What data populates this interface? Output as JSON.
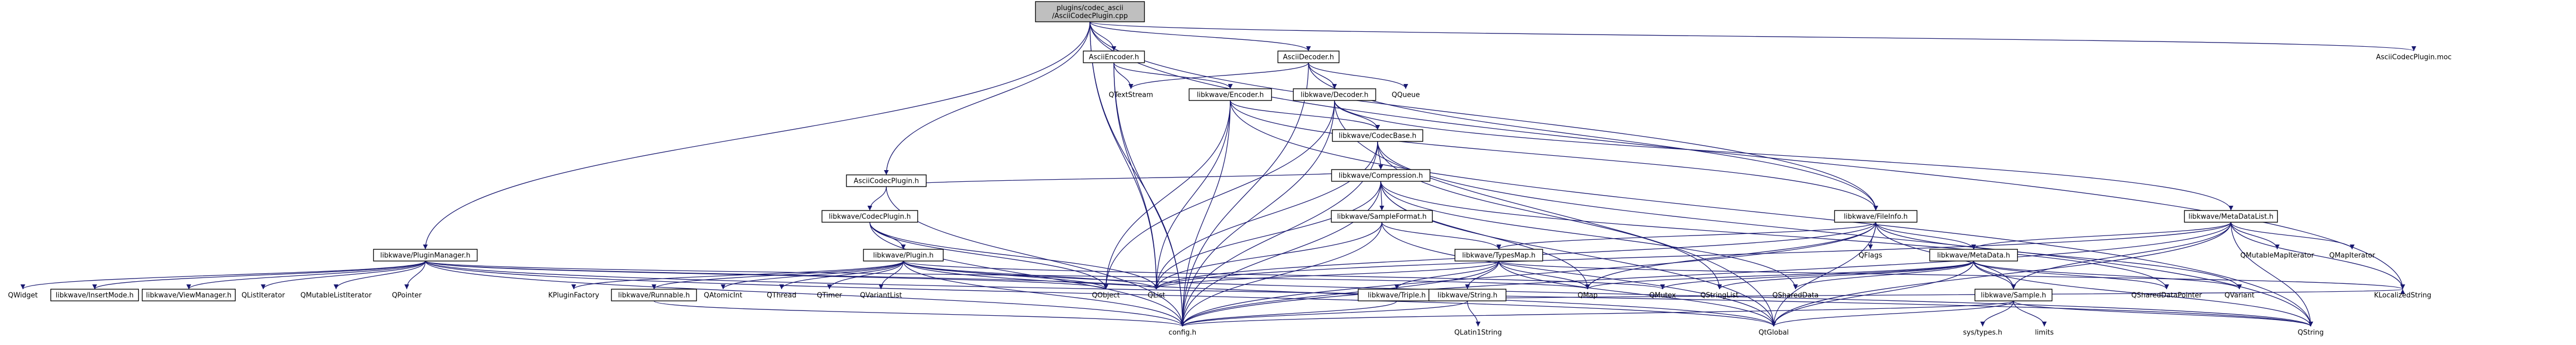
{
  "diagram": {
    "root": "plugins/codec_ascii/AsciiCodecPlugin.cpp",
    "style": {
      "edge_color": "#191970",
      "root_fill": "#bfbfbf",
      "node_fill": "#ffffff",
      "boxed_border": "#000000"
    },
    "nodes": [
      {
        "id": "root",
        "lines": [
          "plugins/codec_ascii",
          "/AsciiCodecPlugin.cpp"
        ],
        "boxed": true,
        "root": true
      },
      {
        "id": "asciiEncoder",
        "lines": [
          "AsciiEncoder.h"
        ],
        "boxed": true
      },
      {
        "id": "asciiDecoder",
        "lines": [
          "AsciiDecoder.h"
        ],
        "boxed": true
      },
      {
        "id": "mocFile",
        "lines": [
          "AsciiCodecPlugin.moc"
        ],
        "boxed": false
      },
      {
        "id": "qtextstream",
        "lines": [
          "QTextStream"
        ],
        "boxed": false
      },
      {
        "id": "qqueue",
        "lines": [
          "QQueue"
        ],
        "boxed": false
      },
      {
        "id": "encoder",
        "lines": [
          "libkwave/Encoder.h"
        ],
        "boxed": true
      },
      {
        "id": "decoder",
        "lines": [
          "libkwave/Decoder.h"
        ],
        "boxed": true
      },
      {
        "id": "asciiCodecPlugin",
        "lines": [
          "AsciiCodecPlugin.h"
        ],
        "boxed": true
      },
      {
        "id": "codecBase",
        "lines": [
          "libkwave/CodecBase.h"
        ],
        "boxed": true
      },
      {
        "id": "compression",
        "lines": [
          "libkwave/Compression.h"
        ],
        "boxed": true
      },
      {
        "id": "codecPlugin",
        "lines": [
          "libkwave/CodecPlugin.h"
        ],
        "boxed": true
      },
      {
        "id": "sampleFormat",
        "lines": [
          "libkwave/SampleFormat.h"
        ],
        "boxed": true
      },
      {
        "id": "fileInfo",
        "lines": [
          "libkwave/FileInfo.h"
        ],
        "boxed": true
      },
      {
        "id": "metaDataList",
        "lines": [
          "libkwave/MetaDataList.h"
        ],
        "boxed": true
      },
      {
        "id": "pluginManager",
        "lines": [
          "libkwave/PluginManager.h"
        ],
        "boxed": true
      },
      {
        "id": "plugin",
        "lines": [
          "libkwave/Plugin.h"
        ],
        "boxed": true
      },
      {
        "id": "typesMap",
        "lines": [
          "libkwave/TypesMap.h"
        ],
        "boxed": true
      },
      {
        "id": "metaData",
        "lines": [
          "libkwave/MetaData.h"
        ],
        "boxed": true
      },
      {
        "id": "qflags",
        "lines": [
          "QFlags"
        ],
        "boxed": false
      },
      {
        "id": "qmutableMapIterator",
        "lines": [
          "QMutableMapIterator"
        ],
        "boxed": false
      },
      {
        "id": "qmapIterator",
        "lines": [
          "QMapIterator"
        ],
        "boxed": false
      },
      {
        "id": "qwidget",
        "lines": [
          "QWidget"
        ],
        "boxed": false
      },
      {
        "id": "insertMode",
        "lines": [
          "libkwave/InsertMode.h"
        ],
        "boxed": true
      },
      {
        "id": "viewManager",
        "lines": [
          "libkwave/ViewManager.h"
        ],
        "boxed": true
      },
      {
        "id": "qlistIterator",
        "lines": [
          "QListIterator"
        ],
        "boxed": false
      },
      {
        "id": "qmutableListIterator",
        "lines": [
          "QMutableListIterator"
        ],
        "boxed": false
      },
      {
        "id": "qpointer",
        "lines": [
          "QPointer"
        ],
        "boxed": false
      },
      {
        "id": "kpluginFactory",
        "lines": [
          "KPluginFactory"
        ],
        "boxed": false
      },
      {
        "id": "runnable",
        "lines": [
          "libkwave/Runnable.h"
        ],
        "boxed": true
      },
      {
        "id": "qatomicint",
        "lines": [
          "QAtomicInt"
        ],
        "boxed": false
      },
      {
        "id": "qthread",
        "lines": [
          "QThread"
        ],
        "boxed": false
      },
      {
        "id": "qtimer",
        "lines": [
          "QTimer"
        ],
        "boxed": false
      },
      {
        "id": "qvariantList",
        "lines": [
          "QVariantList"
        ],
        "boxed": false
      },
      {
        "id": "qobject",
        "lines": [
          "QObject"
        ],
        "boxed": false
      },
      {
        "id": "qlist",
        "lines": [
          "QList"
        ],
        "boxed": false
      },
      {
        "id": "triple",
        "lines": [
          "libkwave/Triple.h"
        ],
        "boxed": true
      },
      {
        "id": "stringH",
        "lines": [
          "libkwave/String.h"
        ],
        "boxed": true
      },
      {
        "id": "qmap",
        "lines": [
          "QMap"
        ],
        "boxed": false
      },
      {
        "id": "qmutex",
        "lines": [
          "QMutex"
        ],
        "boxed": false
      },
      {
        "id": "qstringList",
        "lines": [
          "QStringList"
        ],
        "boxed": false
      },
      {
        "id": "qshareddata",
        "lines": [
          "QSharedData"
        ],
        "boxed": false
      },
      {
        "id": "sample",
        "lines": [
          "libkwave/Sample.h"
        ],
        "boxed": true
      },
      {
        "id": "qshareddataPointer",
        "lines": [
          "QSharedDataPointer"
        ],
        "boxed": false
      },
      {
        "id": "qvariant",
        "lines": [
          "QVariant"
        ],
        "boxed": false
      },
      {
        "id": "klocalizedString",
        "lines": [
          "KLocalizedString"
        ],
        "boxed": false
      },
      {
        "id": "config",
        "lines": [
          "config.h"
        ],
        "boxed": false
      },
      {
        "id": "qlatin1string",
        "lines": [
          "QLatin1String"
        ],
        "boxed": false
      },
      {
        "id": "qtglobal",
        "lines": [
          "QtGlobal"
        ],
        "boxed": false
      },
      {
        "id": "sysTypes",
        "lines": [
          "sys/types.h"
        ],
        "boxed": false
      },
      {
        "id": "limits",
        "lines": [
          "limits"
        ],
        "boxed": false
      },
      {
        "id": "qstring",
        "lines": [
          "QString"
        ],
        "boxed": false
      }
    ],
    "edges": [
      [
        "root",
        "asciiEncoder"
      ],
      [
        "root",
        "asciiDecoder"
      ],
      [
        "root",
        "mocFile"
      ],
      [
        "root",
        "asciiCodecPlugin"
      ],
      [
        "root",
        "pluginManager"
      ],
      [
        "root",
        "config"
      ],
      [
        "root",
        "fileInfo"
      ],
      [
        "root",
        "qlist"
      ],
      [
        "root",
        "klocalizedString"
      ],
      [
        "asciiEncoder",
        "qtextstream"
      ],
      [
        "asciiEncoder",
        "encoder"
      ],
      [
        "asciiEncoder",
        "config"
      ],
      [
        "asciiEncoder",
        "qlist"
      ],
      [
        "asciiDecoder",
        "qtextstream"
      ],
      [
        "asciiDecoder",
        "qqueue"
      ],
      [
        "asciiDecoder",
        "decoder"
      ],
      [
        "asciiDecoder",
        "config"
      ],
      [
        "asciiDecoder",
        "fileInfo"
      ],
      [
        "encoder",
        "codecBase"
      ],
      [
        "encoder",
        "fileInfo"
      ],
      [
        "encoder",
        "qobject"
      ],
      [
        "encoder",
        "qlist"
      ],
      [
        "encoder",
        "config"
      ],
      [
        "encoder",
        "qstring"
      ],
      [
        "decoder",
        "codecBase"
      ],
      [
        "decoder",
        "metaDataList"
      ],
      [
        "decoder",
        "qobject"
      ],
      [
        "decoder",
        "config"
      ],
      [
        "decoder",
        "qtglobal"
      ],
      [
        "asciiCodecPlugin",
        "codecPlugin"
      ],
      [
        "asciiCodecPlugin",
        "compression"
      ],
      [
        "asciiCodecPlugin",
        "config"
      ],
      [
        "codecBase",
        "compression"
      ],
      [
        "codecBase",
        "qlist"
      ],
      [
        "codecBase",
        "qstringList"
      ],
      [
        "codecBase",
        "config"
      ],
      [
        "codecBase",
        "qstring"
      ],
      [
        "compression",
        "sampleFormat"
      ],
      [
        "compression",
        "qlist"
      ],
      [
        "compression",
        "qmap"
      ],
      [
        "compression",
        "qshareddata"
      ],
      [
        "compression",
        "qshareddataPointer"
      ],
      [
        "compression",
        "config"
      ],
      [
        "compression",
        "qtglobal"
      ],
      [
        "codecPlugin",
        "plugin"
      ],
      [
        "codecPlugin",
        "qlist"
      ],
      [
        "codecPlugin",
        "qobject"
      ],
      [
        "codecPlugin",
        "config"
      ],
      [
        "sampleFormat",
        "typesMap"
      ],
      [
        "sampleFormat",
        "config"
      ],
      [
        "sampleFormat",
        "qlist"
      ],
      [
        "sampleFormat",
        "qtglobal"
      ],
      [
        "fileInfo",
        "qflags"
      ],
      [
        "fileInfo",
        "metaData"
      ],
      [
        "fileInfo",
        "typesMap"
      ],
      [
        "fileInfo",
        "qlist"
      ],
      [
        "fileInfo",
        "qmap"
      ],
      [
        "fileInfo",
        "qvariant"
      ],
      [
        "fileInfo",
        "config"
      ],
      [
        "fileInfo",
        "sample"
      ],
      [
        "fileInfo",
        "qtglobal"
      ],
      [
        "metaDataList",
        "metaData"
      ],
      [
        "metaDataList",
        "qmutableMapIterator"
      ],
      [
        "metaDataList",
        "qmapIterator"
      ],
      [
        "metaDataList",
        "qlist"
      ],
      [
        "metaDataList",
        "config"
      ],
      [
        "metaDataList",
        "sample"
      ],
      [
        "metaDataList",
        "qstring"
      ],
      [
        "metaDataList",
        "qtglobal"
      ],
      [
        "metaDataList",
        "klocalizedString"
      ],
      [
        "pluginManager",
        "qwidget"
      ],
      [
        "pluginManager",
        "insertMode"
      ],
      [
        "pluginManager",
        "viewManager"
      ],
      [
        "pluginManager",
        "qlistIterator"
      ],
      [
        "pluginManager",
        "qmutableListIterator"
      ],
      [
        "pluginManager",
        "qpointer"
      ],
      [
        "pluginManager",
        "qobject"
      ],
      [
        "pluginManager",
        "qlist"
      ],
      [
        "pluginManager",
        "qmap"
      ],
      [
        "pluginManager",
        "config"
      ],
      [
        "pluginManager",
        "qstring"
      ],
      [
        "pluginManager",
        "qtglobal"
      ],
      [
        "plugin",
        "kpluginFactory"
      ],
      [
        "plugin",
        "runnable"
      ],
      [
        "plugin",
        "qatomicint"
      ],
      [
        "plugin",
        "qthread"
      ],
      [
        "plugin",
        "qtimer"
      ],
      [
        "plugin",
        "qvariantList"
      ],
      [
        "plugin",
        "qobject"
      ],
      [
        "plugin",
        "qlist"
      ],
      [
        "plugin",
        "qmutex"
      ],
      [
        "plugin",
        "config"
      ],
      [
        "plugin",
        "qstring"
      ],
      [
        "plugin",
        "qtglobal"
      ],
      [
        "typesMap",
        "triple"
      ],
      [
        "typesMap",
        "stringH"
      ],
      [
        "typesMap",
        "qmap"
      ],
      [
        "typesMap",
        "qlist"
      ],
      [
        "typesMap",
        "config"
      ],
      [
        "typesMap",
        "klocalizedString"
      ],
      [
        "typesMap",
        "qtglobal"
      ],
      [
        "metaData",
        "qmap"
      ],
      [
        "metaData",
        "qmutex"
      ],
      [
        "metaData",
        "qstringList"
      ],
      [
        "metaData",
        "qshareddata"
      ],
      [
        "metaData",
        "qshareddataPointer"
      ],
      [
        "metaData",
        "qvariant"
      ],
      [
        "metaData",
        "sample"
      ],
      [
        "metaData",
        "qstring"
      ],
      [
        "metaData",
        "qtglobal"
      ],
      [
        "triple",
        "config"
      ],
      [
        "triple",
        "klocalizedString"
      ],
      [
        "stringH",
        "qlatin1string"
      ],
      [
        "stringH",
        "config"
      ],
      [
        "sample",
        "sysTypes"
      ],
      [
        "sample",
        "limits"
      ],
      [
        "sample",
        "config"
      ],
      [
        "sample",
        "qtglobal"
      ],
      [
        "sample",
        "qstring"
      ],
      [
        "runnable",
        "config"
      ]
    ]
  }
}
